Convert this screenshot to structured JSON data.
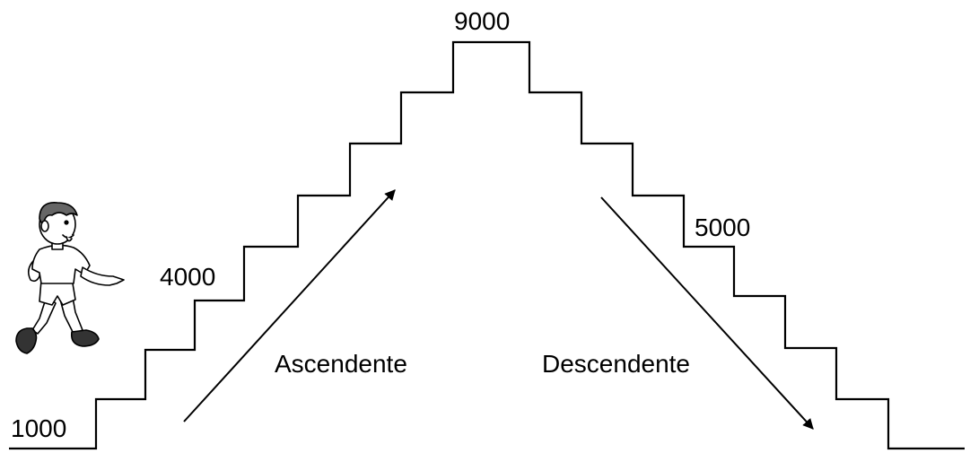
{
  "stair_labels": {
    "bottom_left": "1000",
    "left_mid": "4000",
    "top": "9000",
    "right_mid": "5000"
  },
  "arrows": {
    "up_label": "Ascendente",
    "down_label": "Descendente"
  },
  "colors": {
    "line": "#000000",
    "background": "#ffffff",
    "shirt": "#ffffff",
    "hair": "#555555",
    "shoes": "#222222"
  },
  "figure": {
    "description_icon": "running-boy-icon"
  }
}
